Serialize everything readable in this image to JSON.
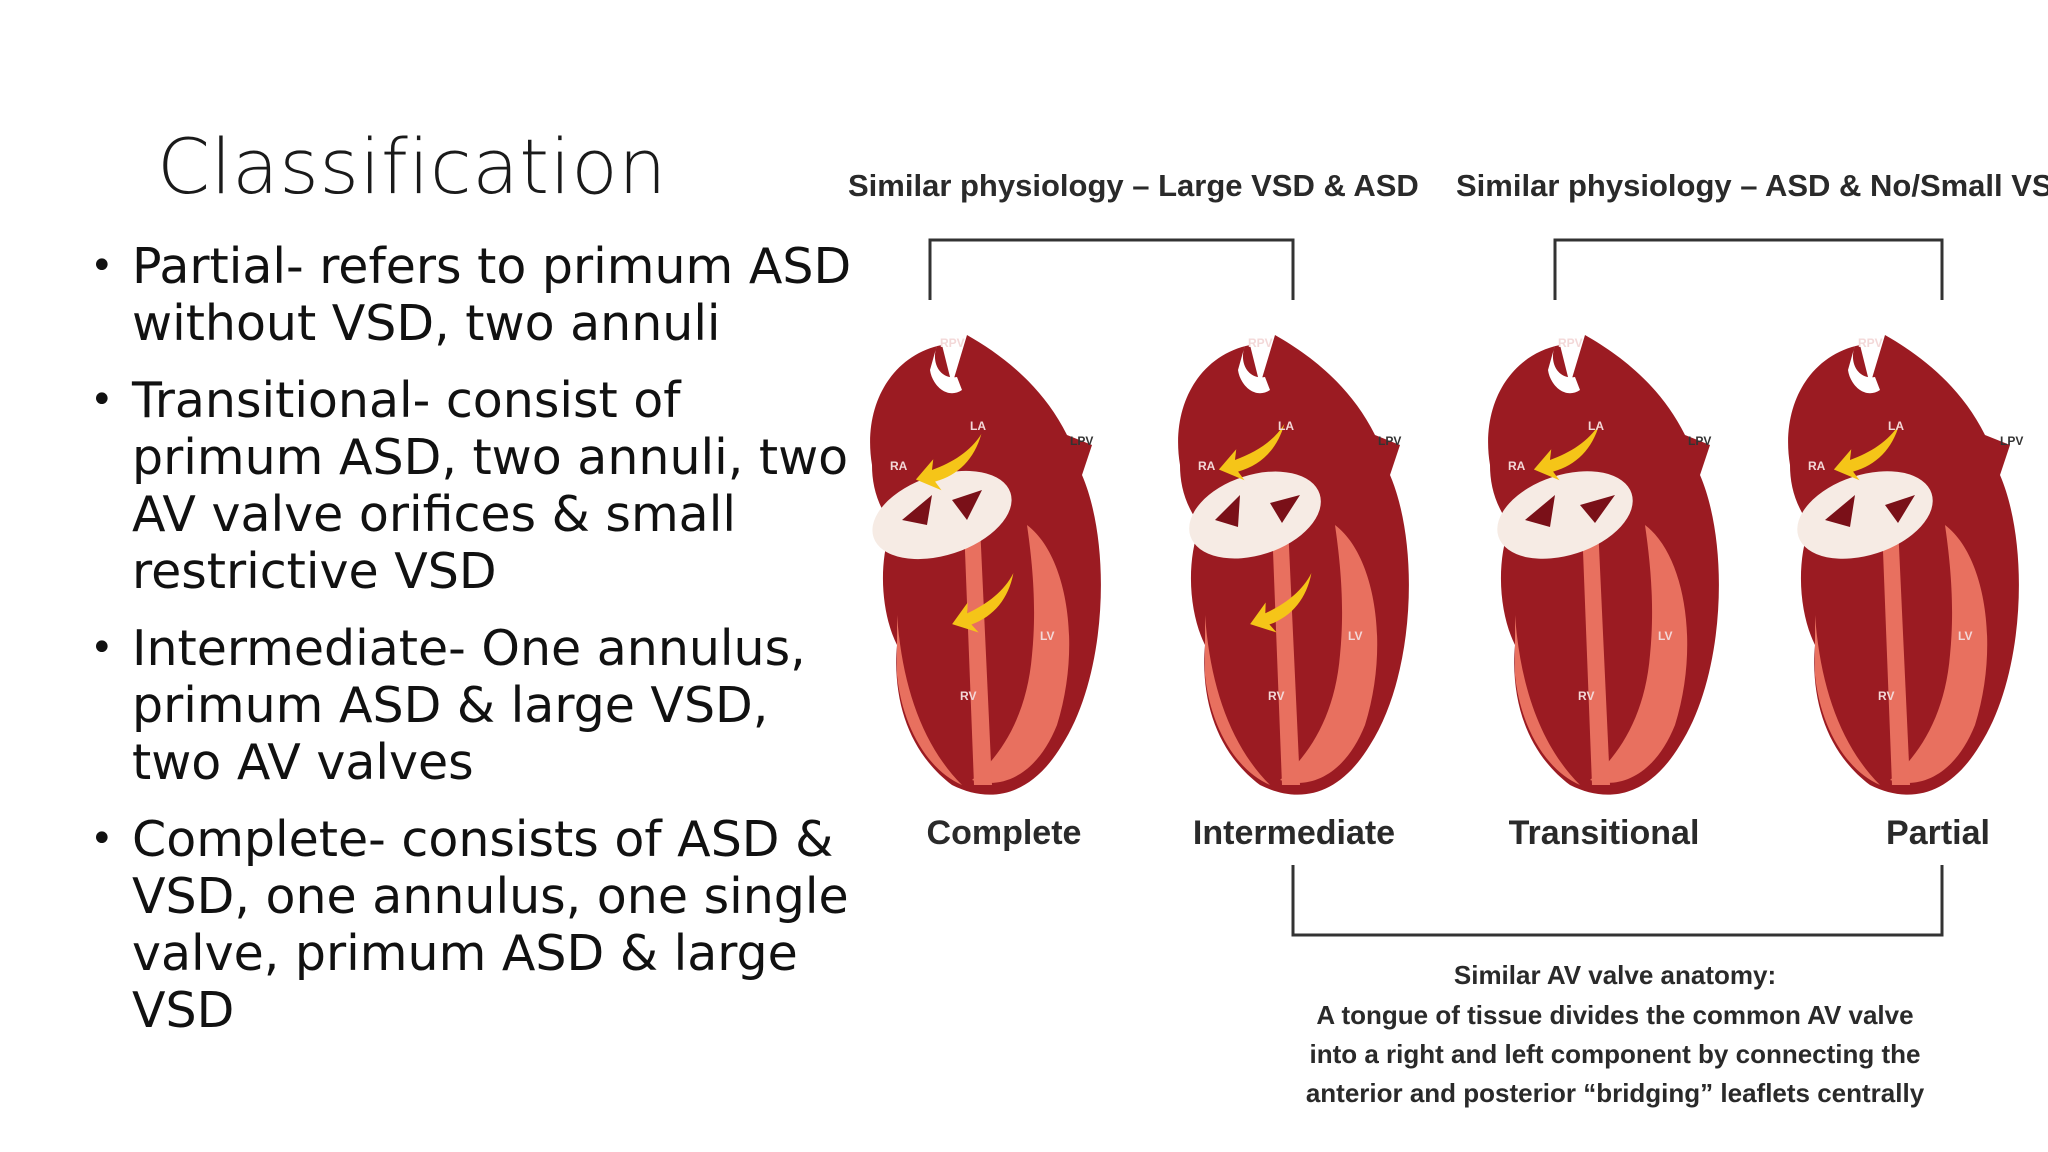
{
  "slide": {
    "title": "Classification",
    "bullets": [
      "Partial- refers to primum ASD without VSD, two annuli",
      "Transitional- consist of primum ASD, two annuli, two AV valve orifices & small restrictive VSD",
      "Intermediate- One annulus, primum ASD & large VSD, two AV valves",
      "Complete- consists of ASD & VSD, one annulus, one single valve, primum ASD & large VSD"
    ]
  },
  "figure": {
    "group_left": "Similar physiology – Large VSD & ASD",
    "group_right": "Similar physiology – ASD & No/Small VSD",
    "hearts": [
      {
        "name": "Complete",
        "labels": [
          "RPV",
          "LA",
          "LPV",
          "RA",
          "LV",
          "RV"
        ]
      },
      {
        "name": "Intermediate",
        "labels": [
          "RPV",
          "LA",
          "LPV",
          "RA",
          "LV",
          "RV"
        ]
      },
      {
        "name": "Transitional",
        "labels": [
          "RPV",
          "LA",
          "LPV",
          "RA",
          "LV",
          "RV"
        ]
      },
      {
        "name": "Partial",
        "labels": [
          "RPV",
          "LA",
          "LPV",
          "RA",
          "LV",
          "RV"
        ]
      }
    ],
    "bottom_caption_title": "Similar AV valve anatomy:",
    "bottom_caption_lines": [
      "A tongue of tissue divides the common AV valve",
      "into a right and left component by connecting the",
      "anterior and posterior “bridging” leaflets centrally"
    ],
    "colors": {
      "myocardium": "#9b1b22",
      "wall": "#e8705f",
      "arrow": "#f5c518",
      "valve": "#f6ebe4"
    }
  }
}
